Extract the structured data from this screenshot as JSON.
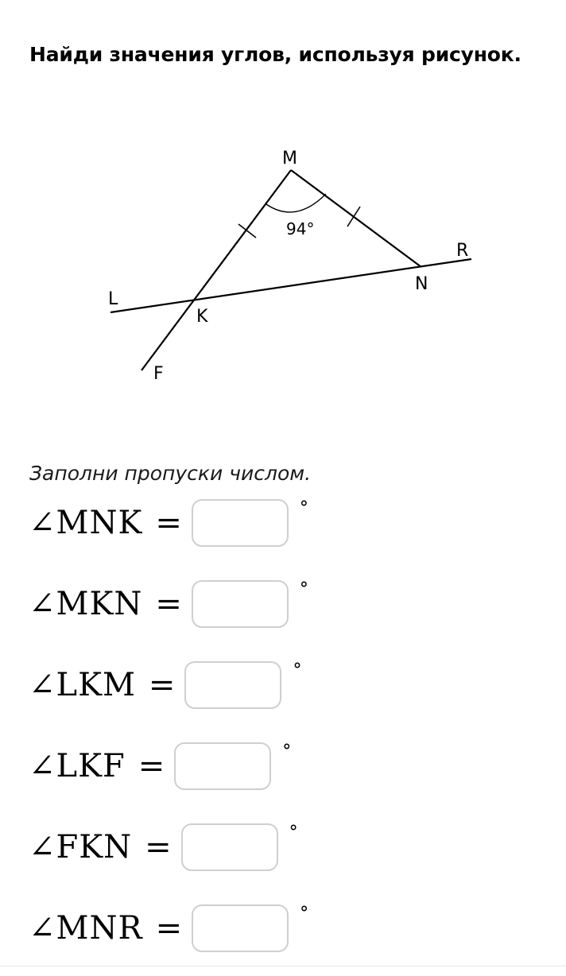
{
  "task": {
    "title": "Найди значения углов, используя рисунок."
  },
  "figure": {
    "points": {
      "M": "M",
      "N": "N",
      "K": "K",
      "L": "L",
      "R": "R",
      "F": "F"
    },
    "given_angle": "94°",
    "line_color": "#000000"
  },
  "instruction": "Заполни пропуски числом.",
  "equations": [
    {
      "label": "∠MNK",
      "sign": "=",
      "value": "",
      "unit": "°"
    },
    {
      "label": "∠MKN",
      "sign": "=",
      "value": "",
      "unit": "°"
    },
    {
      "label": "∠LKM",
      "sign": "=",
      "value": "",
      "unit": "°"
    },
    {
      "label": "∠LKF",
      "sign": "=",
      "value": "",
      "unit": "°"
    },
    {
      "label": "∠FKN",
      "sign": "=",
      "value": "",
      "unit": "°"
    },
    {
      "label": "∠MNR",
      "sign": "=",
      "value": "",
      "unit": "°"
    }
  ],
  "colors": {
    "input_border": "#cfcfcf",
    "text": "#000000"
  }
}
